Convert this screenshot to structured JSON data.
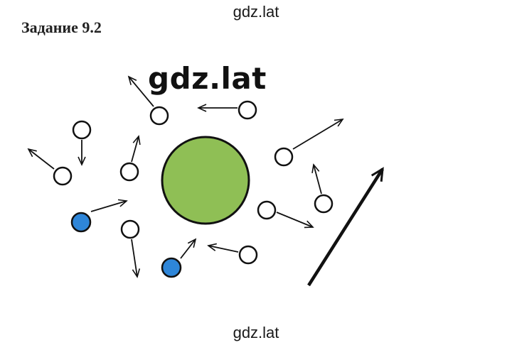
{
  "watermark_top": "gdz.lat",
  "title": "Задание 9.2",
  "watermark_big": "gdz.lat",
  "watermark_bottom": "gdz.lat",
  "colors": {
    "large_particle": "#8fbf55",
    "blue_molecule": "#2e86d9",
    "white_molecule": "#ffffff",
    "outline": "#111111"
  }
}
